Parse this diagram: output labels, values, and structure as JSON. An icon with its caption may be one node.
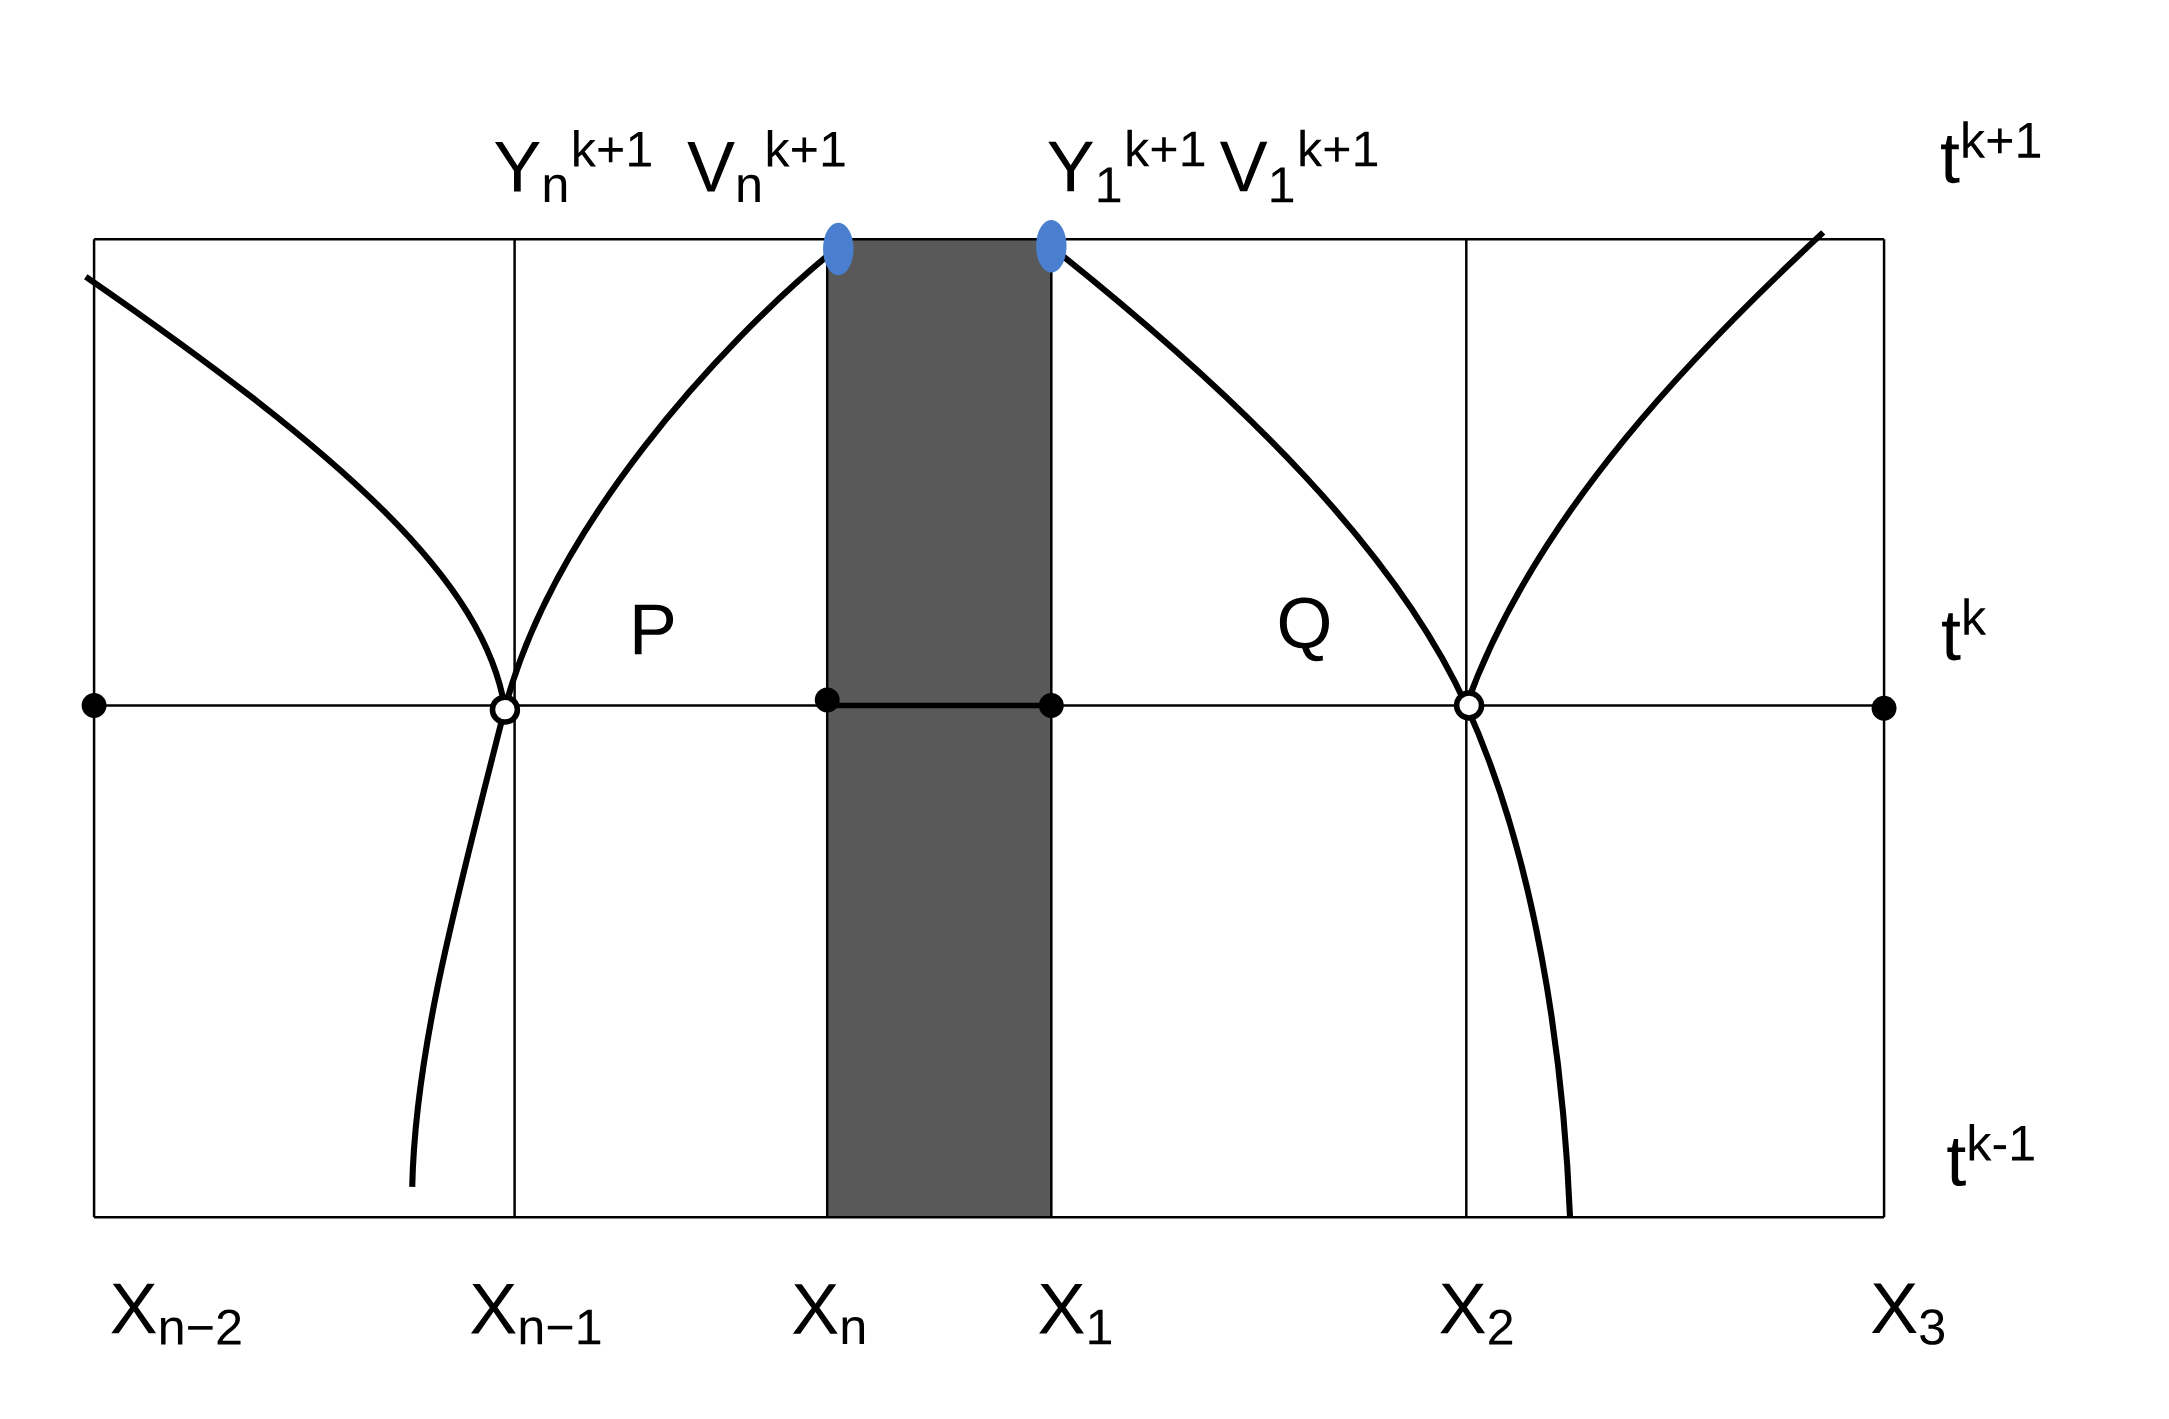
{
  "diagram": {
    "labels": [
      "Y$_{n}$$^{k+1}$",
      "V$_{n}$$^{k+1}$",
      "Y$_{1}$$^{k+1}$",
      "V$_{1}$$^{k+1}$",
      "t$^{k+1}$",
      "P",
      "Q",
      "t$^{k}$",
      "t$^{k-1}$",
      "X$_{n−2}$",
      "X$_{n−1}$",
      "X$_{n}$",
      "X$_{1}$",
      "X$_{2}$",
      "X$_{3}$"
    ]
  }
}
